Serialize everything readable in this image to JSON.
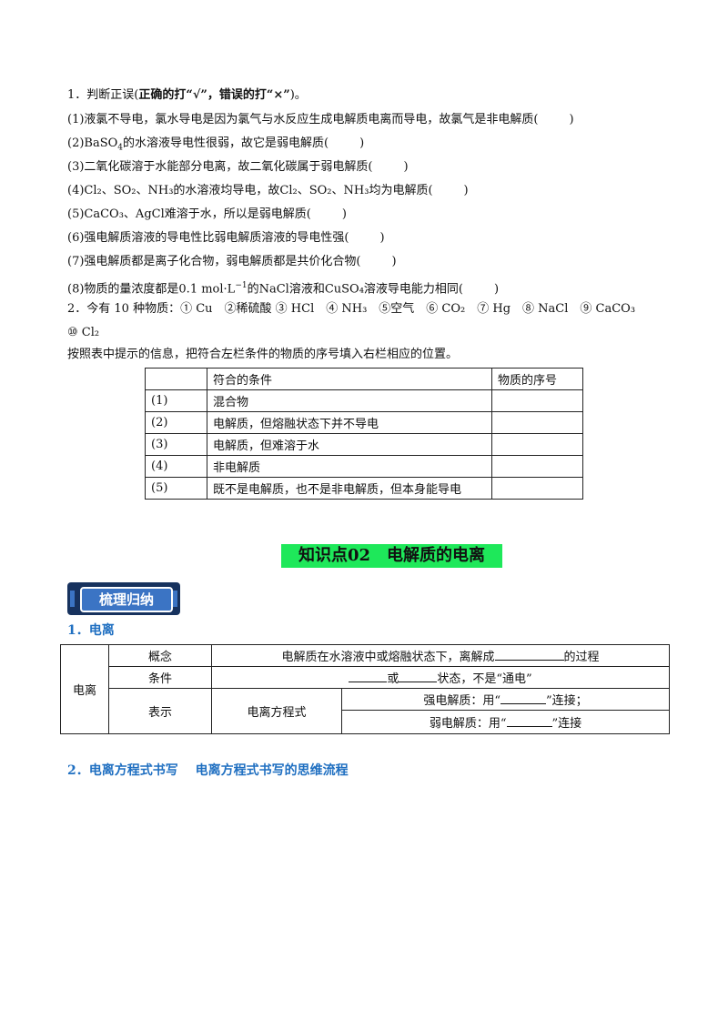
{
  "q1": {
    "head_plain": "1．判断正误(",
    "head_bold": "正确的打“√”，错误的打“×”",
    "head_tail": ")。",
    "items": {
      "i1": "(1)液氯不导电，氯水导电是因为氯气与水反应生成电解质电离而导电，故氯气是非电解质(",
      "i2a": "(2)BaSO",
      "i2sub": "4",
      "i2b": "的水溶液导电性很弱，故它是弱电解质(",
      "i3": "(3)二氧化碳溶于水能部分电离，故二氧化碳属于弱电解质(",
      "i4": "(4)Cl₂、SO₂、NH₃的水溶液均导电，故Cl₂、SO₂、NH₃均为电解质(",
      "i5": "(5)CaCO₃、AgCl难溶于水，所以是弱电解质(",
      "i6": "(6)强电解质溶液的导电性比弱电解质溶液的导电性强(",
      "i7": "(7)强电解质都是离子化合物，弱电解质都是共价化合物(",
      "i8a": "(8)物质的量浓度都是0.1 mol·L",
      "i8sup": "−1",
      "i8b": "的NaCl溶液和CuSO₄溶液导电能力相同(",
      "close": ")"
    }
  },
  "q2": {
    "line1": "2．今有 10 种物质：① Cu　②稀硫酸 ③ HCl　④ NH₃　⑤空气　⑥ CO₂　⑦ Hg　⑧ NaCl　⑨ CaCO₃",
    "line2": "⑩ Cl₂",
    "instruction": "按照表中提示的信息，把符合左栏条件的物质的序号填入右栏相应的位置。",
    "table": {
      "headers": [
        "",
        "符合的条件",
        "物质的序号"
      ],
      "rows": [
        [
          "(1)",
          "混合物",
          ""
        ],
        [
          "(2)",
          "电解质，但熔融状态下并不导电",
          ""
        ],
        [
          "(3)",
          "电解质，但难溶于水",
          ""
        ],
        [
          "(4)",
          "非电解质",
          ""
        ],
        [
          "(5)",
          "既不是电解质，也不是非电解质，但本身能导电",
          ""
        ]
      ]
    }
  },
  "section": {
    "title": "知识点02　电解质的电离",
    "badge": "梳理归纳",
    "h1": "1．电离",
    "h2": "2．电离方程式书写　 电离方程式书写的思维流程"
  },
  "ion_table": {
    "rowhead": "电离",
    "concept_label": "概念",
    "concept_a": "电解质在水溶液中或熔融状态下，离解成",
    "concept_b": "的过程",
    "cond_label": "条件",
    "cond_a": "或",
    "cond_b": "状态，不是“通电”",
    "expr_label": "表示",
    "expr_sub": "电离方程式",
    "strong_a": "强电解质：用“",
    "strong_b": "”连接；",
    "weak_a": "弱电解质：用“",
    "weak_b": "”连接"
  }
}
